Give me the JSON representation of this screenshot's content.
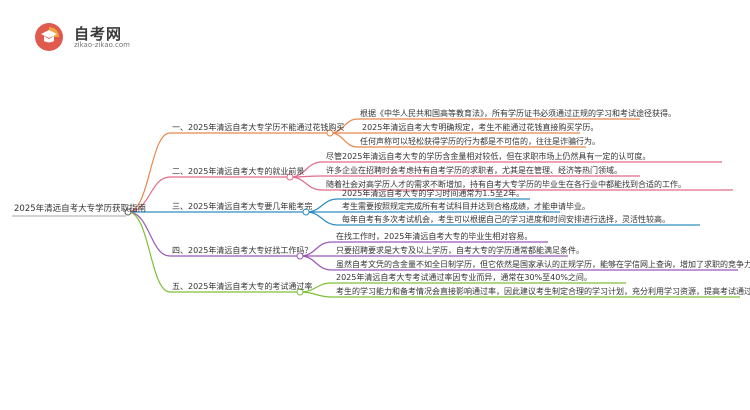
{
  "brand": {
    "name": "自考网",
    "domain": "zikao-zikao.com",
    "logo_icon": "graduation-cap-icon"
  },
  "colors": {
    "b1": "#e8874c",
    "b2": "#e36a8a",
    "b3": "#2e8dc0",
    "b4": "#9b59b6",
    "b5": "#7fbf3a"
  },
  "mindmap": {
    "root": "2025年清远自考大专学历获取指南",
    "branches": [
      {
        "title": "一、2025年清远自考大专学历不能通过花钱购买",
        "children": [
          "根据《中华人民共和国高等教育法》，所有学历证书必须通过正规的学习和考试途径获得。",
          "2025年清远自考大专明确规定，考生不能通过花钱直接购买学历。",
          "任何声称可以轻松获得学历的行为都是不可信的，往往是诈骗行为。"
        ]
      },
      {
        "title": "二、2025年清远自考大专的就业前景",
        "children": [
          "尽管2025年清远自考大专的学历含金量相对较低，但在求职市场上仍然具有一定的认可度。",
          "许多企业在招聘时会考虑持有自考学历的求职者，尤其是在管理、经济等热门领域。",
          "随着社会对高学历人才的需求不断增加，持有自考大专学历的毕业生在各行业中都能找到合适的工作。"
        ]
      },
      {
        "title": "三、2025年清远自考大专要几年能考完",
        "children": [
          "2025年清远自考大专的学习时间通常为1.5至2年。",
          "考生需要按照规定完成所有考试科目并达到合格成绩，才能申请毕业。",
          "每年自考有多次考试机会，考生可以根据自己的学习进度和时间安排进行选择，灵活性较高。"
        ]
      },
      {
        "title": "四、2025年清远自考大专好找工作吗？",
        "children": [
          "在找工作时，2025年清远自考大专的毕业生相对容易。",
          "只要招聘要求是大专及以上学历，自考大专的学历通常都能满足条件。",
          "虽然自考文凭的含金量不如全日制学历，但它依然是国家承认的正规学历，能够在学信网上查询，增加了求职的竞争力。"
        ]
      },
      {
        "title": "五、2025年清远自考大专的考试通过率",
        "children": [
          "2025年清远自考大专考试通过率因专业而异，通常在30%至40%之间。",
          "考生的学习能力和备考情况会直接影响通过率，因此建议考生制定合理的学习计划，充分利用学习资源，提高考试通过的机会。"
        ]
      }
    ]
  }
}
